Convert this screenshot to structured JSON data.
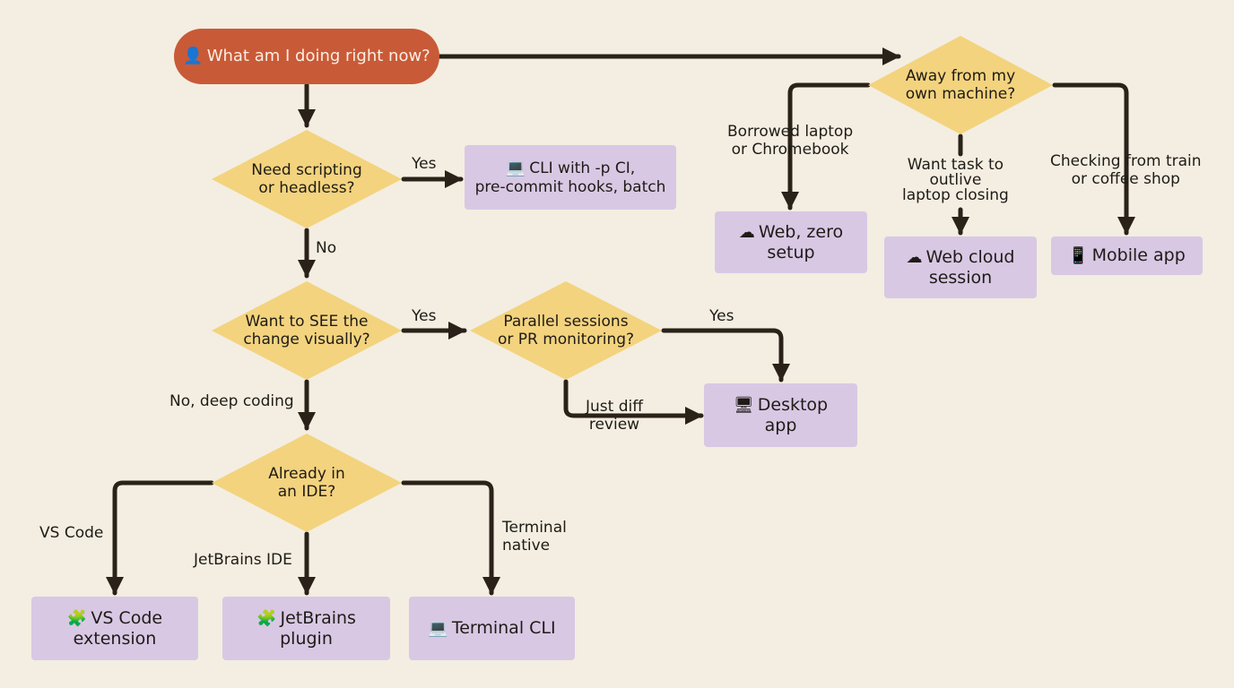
{
  "start": {
    "icon": "👤",
    "label": "What am I doing right now?"
  },
  "decisions": {
    "scripting": "Need scripting\nor headless?",
    "see_visually": "Want to SEE the\nchange visually?",
    "parallel": "Parallel sessions\nor PR monitoring?",
    "ide": "Already in\nan IDE?",
    "away": "Away from my\nown machine?"
  },
  "outcomes": {
    "cli_batch": {
      "icon": "💻",
      "label": "CLI with -p CI,\npre-commit hooks, batch"
    },
    "desktop": {
      "icon": "🖥",
      "label": "Desktop\napp"
    },
    "vscode": {
      "icon": "🧩",
      "label": "VS Code\nextension"
    },
    "jetbrains": {
      "icon": "🧩",
      "label": "JetBrains\nplugin"
    },
    "terminal": {
      "icon": "💻",
      "label": "Terminal CLI"
    },
    "web_zero": {
      "icon": "☁",
      "label": "Web, zero\nsetup"
    },
    "web_cloud": {
      "icon": "☁",
      "label": "Web cloud\nsession"
    },
    "mobile": {
      "icon": "📱",
      "label": "Mobile app"
    }
  },
  "edges": {
    "scripting_yes": "Yes",
    "scripting_no": "No",
    "see_yes": "Yes",
    "see_no": "No, deep coding",
    "parallel_yes": "Yes",
    "parallel_just": "Just diff\nreview",
    "ide_vscode": "VS Code",
    "ide_jetbrains": "JetBrains IDE",
    "ide_terminal": "Terminal\nnative",
    "away_borrowed": "Borrowed laptop\nor Chromebook",
    "away_outlive": "Want task to\noutlive\nlaptop closing",
    "away_train": "Checking from train\nor coffee shop"
  },
  "colors": {
    "background": "#f3eee1",
    "start": "#c95a37",
    "decision": "#f3d37e",
    "outcome": "#d8c8e4",
    "line": "#2a2119"
  }
}
